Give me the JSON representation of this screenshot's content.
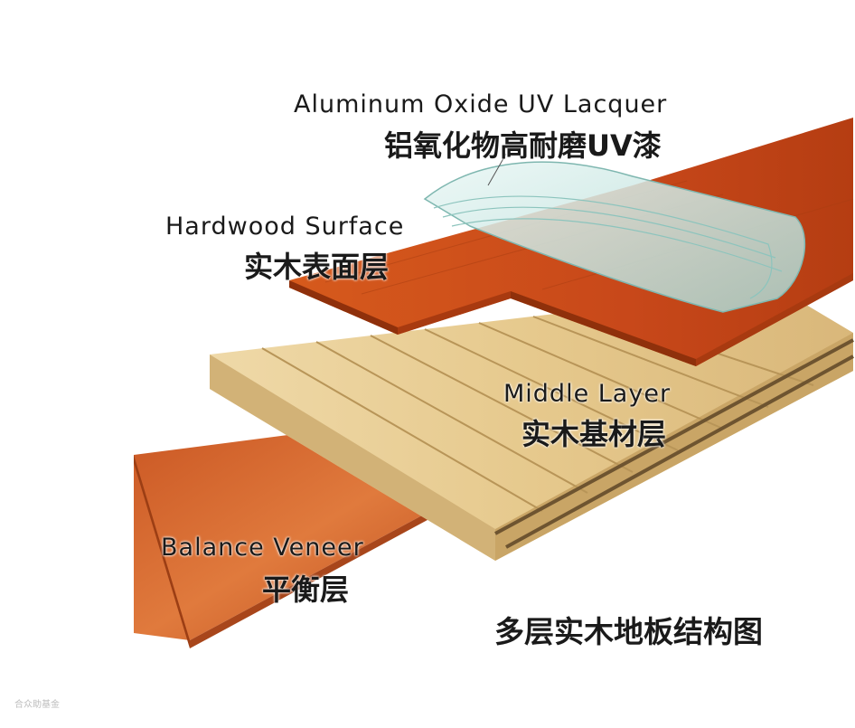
{
  "diagram": {
    "layers": [
      {
        "en": "Aluminum Oxide UV Lacquer",
        "zh": "铝氧化物高耐磨UV漆"
      },
      {
        "en": "Hardwood Surface",
        "zh": "实木表面层"
      },
      {
        "en": "Middle Layer",
        "zh": "实木基材层"
      },
      {
        "en": "Balance Veneer",
        "zh": "平衡层"
      }
    ],
    "caption": "多层实木地板结构图"
  },
  "watermark": "合众助基金",
  "colors": {
    "veneer": "#d4622a",
    "veneer_edge": "#a8461b",
    "core": "#e9cf98",
    "core_edge": "#b89558",
    "surface": "#c44a14",
    "surface_edge": "#8f300b",
    "lacquer": "#cfe9e6"
  }
}
